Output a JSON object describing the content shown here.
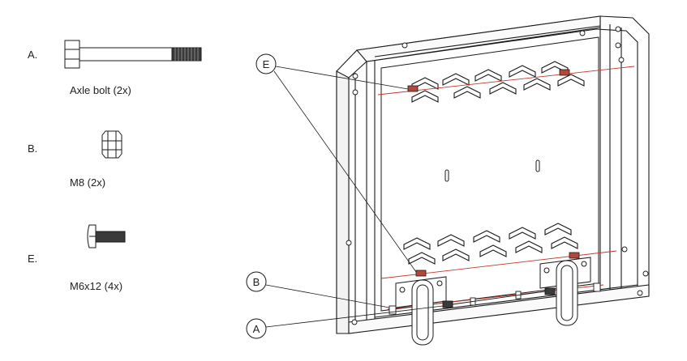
{
  "parts": [
    {
      "letter": "A.",
      "caption": "Axle bolt (2x)",
      "icon": "axle-bolt-icon"
    },
    {
      "letter": "B.",
      "caption": "M8 (2x)",
      "icon": "hex-nut-icon"
    },
    {
      "letter": "E.",
      "caption": "M6x12 (4x)",
      "icon": "truss-screw-icon"
    }
  ],
  "callouts": {
    "e": "E",
    "b": "B",
    "a": "A"
  },
  "colors": {
    "line": "#1a1a1a",
    "guide": "#c0392b",
    "part": "#b5473a",
    "bolt_thread": "#3a3a3a"
  }
}
